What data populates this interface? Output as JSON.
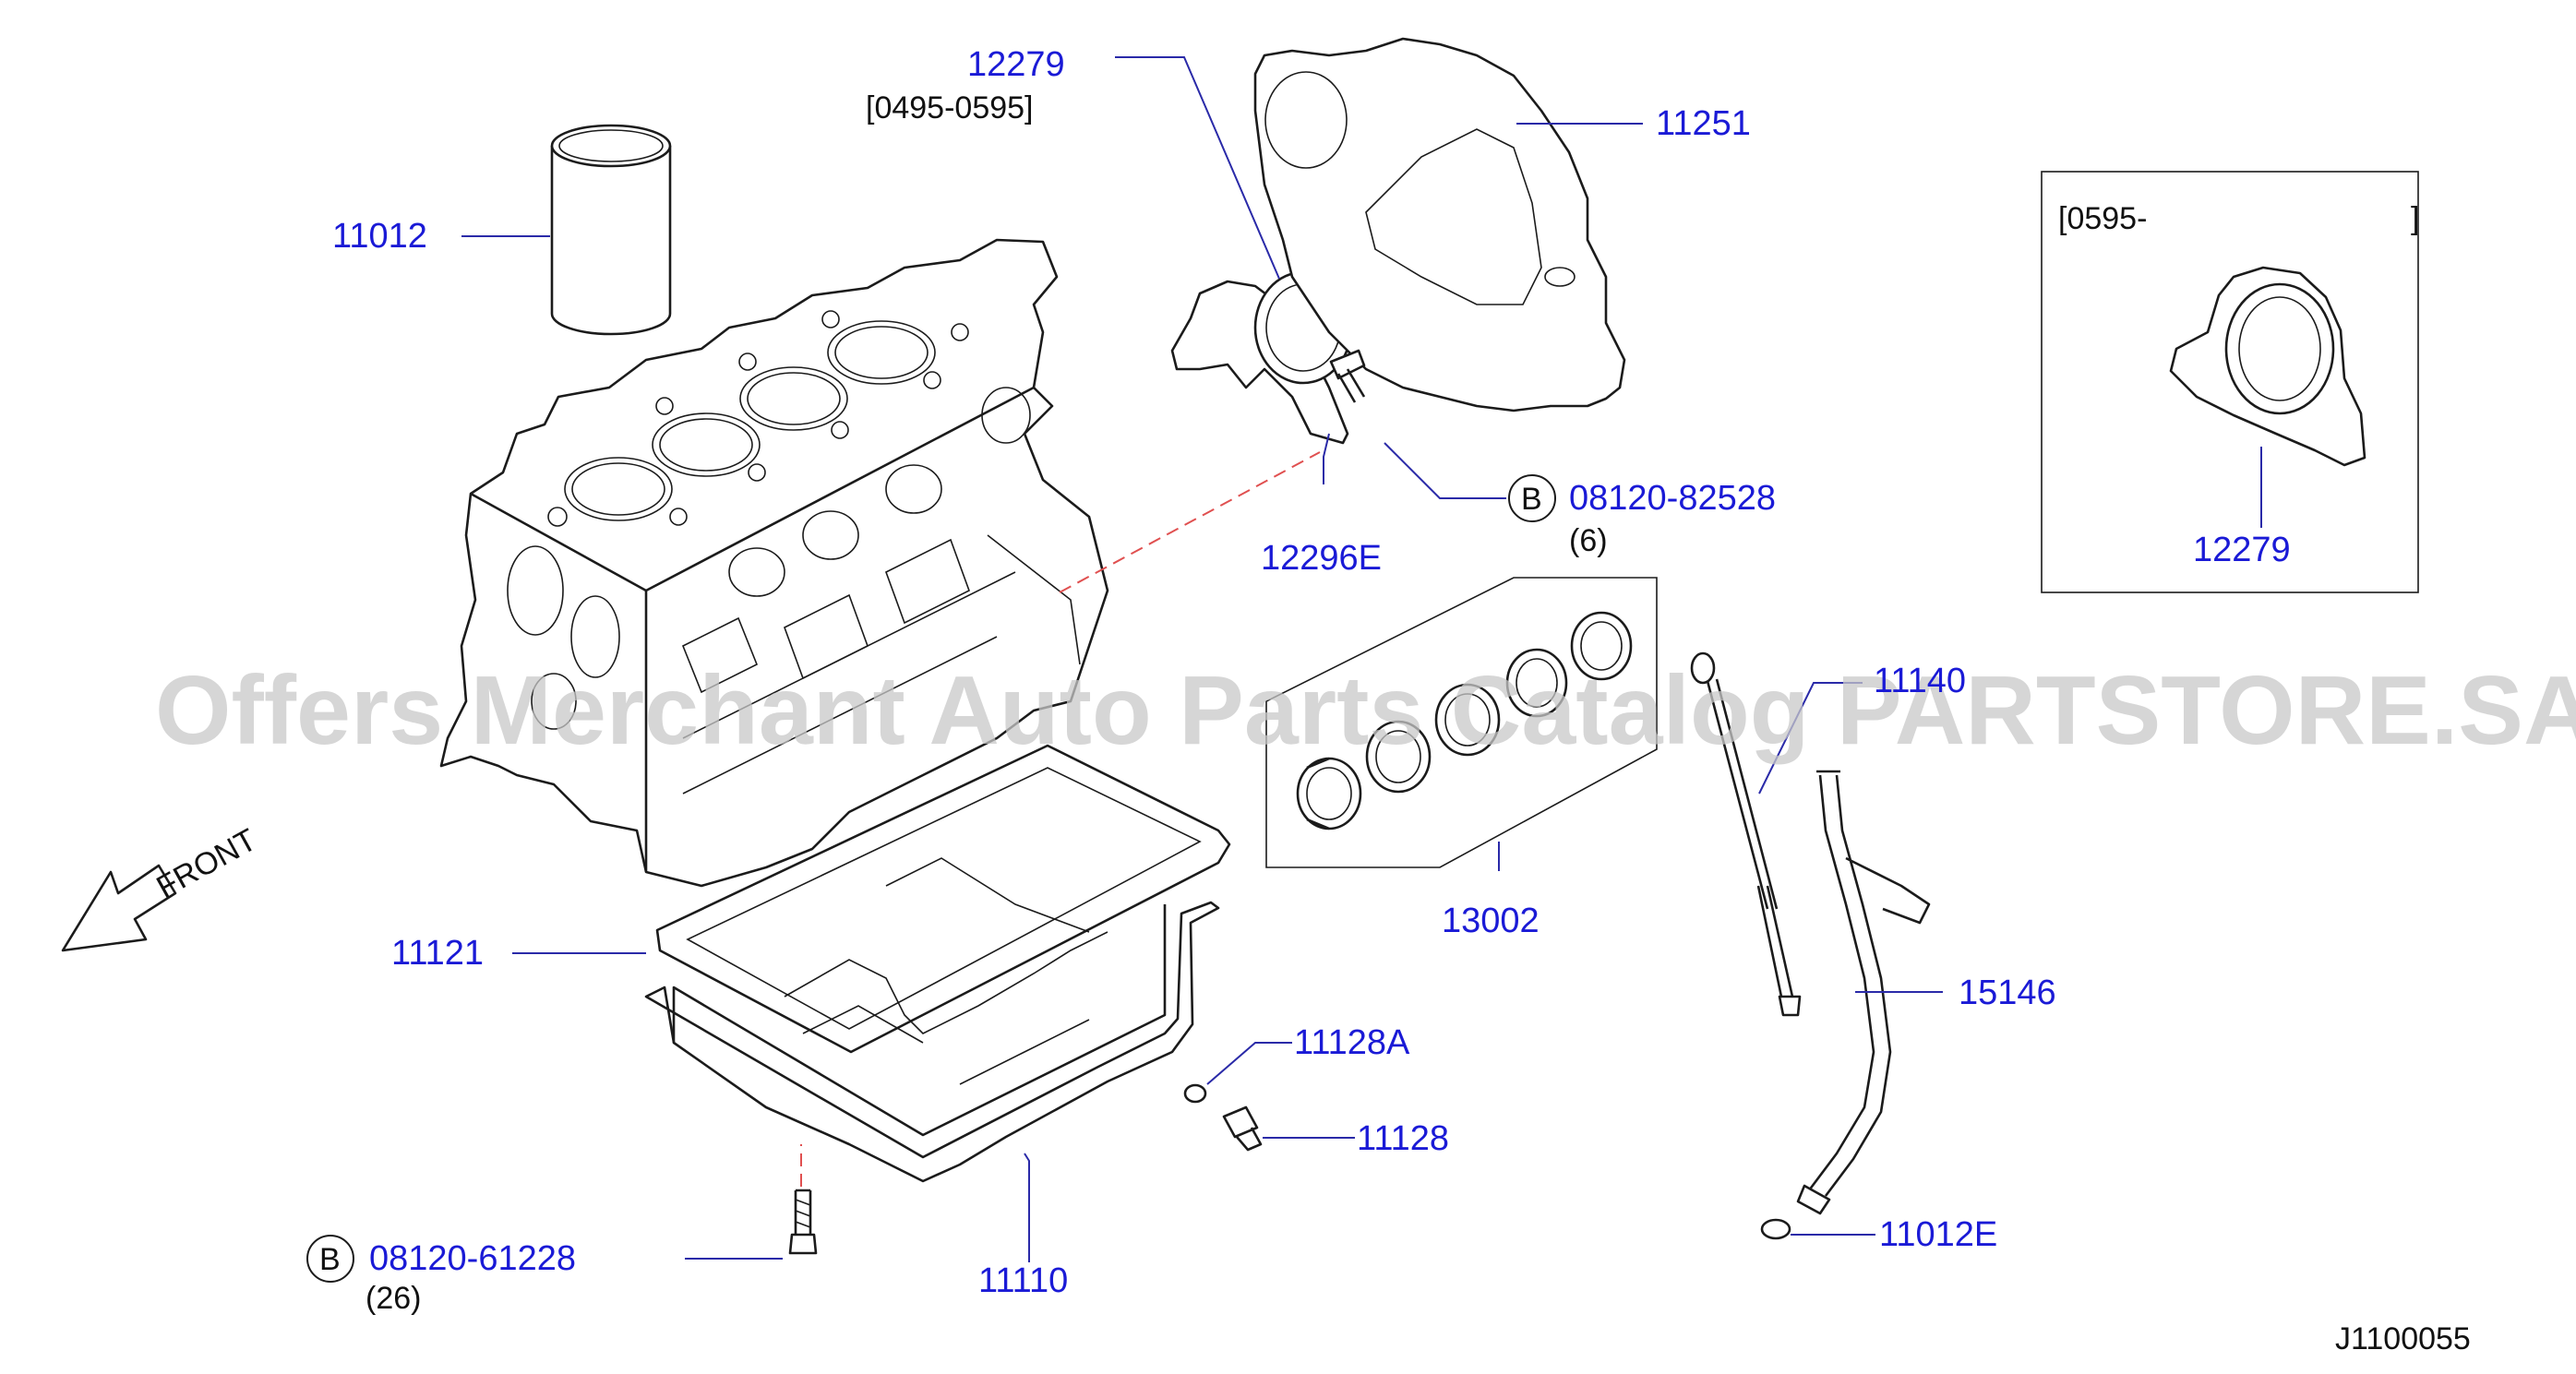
{
  "diagram": {
    "watermark": "Offers Merchant Auto Parts Catalog PARTSTORE.SA",
    "diagram_code": "J1100055",
    "front_label": "FRONT",
    "bolt_marker": "B",
    "callouts": {
      "c11012": "11012",
      "c12279a": "12279",
      "c12279a_range": "[0495-0595]",
      "c11251": "11251",
      "c12296e": "12296E",
      "c08120_82528": "08120-82528",
      "c08120_82528_qty": "(6)",
      "c13002": "13002",
      "c11140": "11140",
      "c15146": "15146",
      "c11121": "11121",
      "c11128a": "11128A",
      "c11128": "11128",
      "c11110": "11110",
      "c08120_61228": "08120-61228",
      "c08120_61228_qty": "(26)",
      "c11012e": "11012E",
      "c12279b": "12279"
    },
    "inset": {
      "range_start": "[0595-",
      "range_end": "]"
    }
  }
}
